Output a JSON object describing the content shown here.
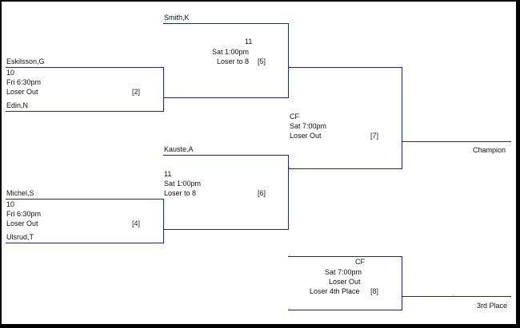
{
  "bracket": {
    "eskilsson_game": {
      "top_player": "Eskilsson,G",
      "game_no": "10",
      "time": "Fri 6:30pm",
      "rule": "Loser Out",
      "slot": "[2]",
      "bottom_player": "Edin,N"
    },
    "michel_game": {
      "top_player": "Michel,S",
      "game_no": "10",
      "time": "Fri 6:30pm",
      "rule": "Loser Out",
      "slot": "[4]",
      "bottom_player": "Ulsrud,T"
    },
    "smith_game": {
      "top_player": "Smith,K",
      "game_no": "11",
      "time": "Sat 1:00pm",
      "rule": "Loser to 8",
      "slot": "[5]"
    },
    "kauste_game": {
      "top_player": "Kauste,A",
      "game_no": "11",
      "time": "Sat 1:00pm",
      "rule": "Loser to 8",
      "slot": "[6]"
    },
    "final_game": {
      "game_no": "CF",
      "time": "Sat 7:00pm",
      "rule": "Loser Out",
      "slot": "[7]",
      "result_label": "Champion"
    },
    "third_place_game": {
      "game_no": "CF",
      "time": "Sat 7:00pm",
      "rule": "Loser Out",
      "loser_rule": "Loser 4th Place",
      "slot": "[8]",
      "result_label": "3rd Place"
    }
  },
  "marker": ",",
  "colors": {
    "bracket_line": "#1f2a7a",
    "frame": "#000000",
    "background": "#ffffff"
  }
}
